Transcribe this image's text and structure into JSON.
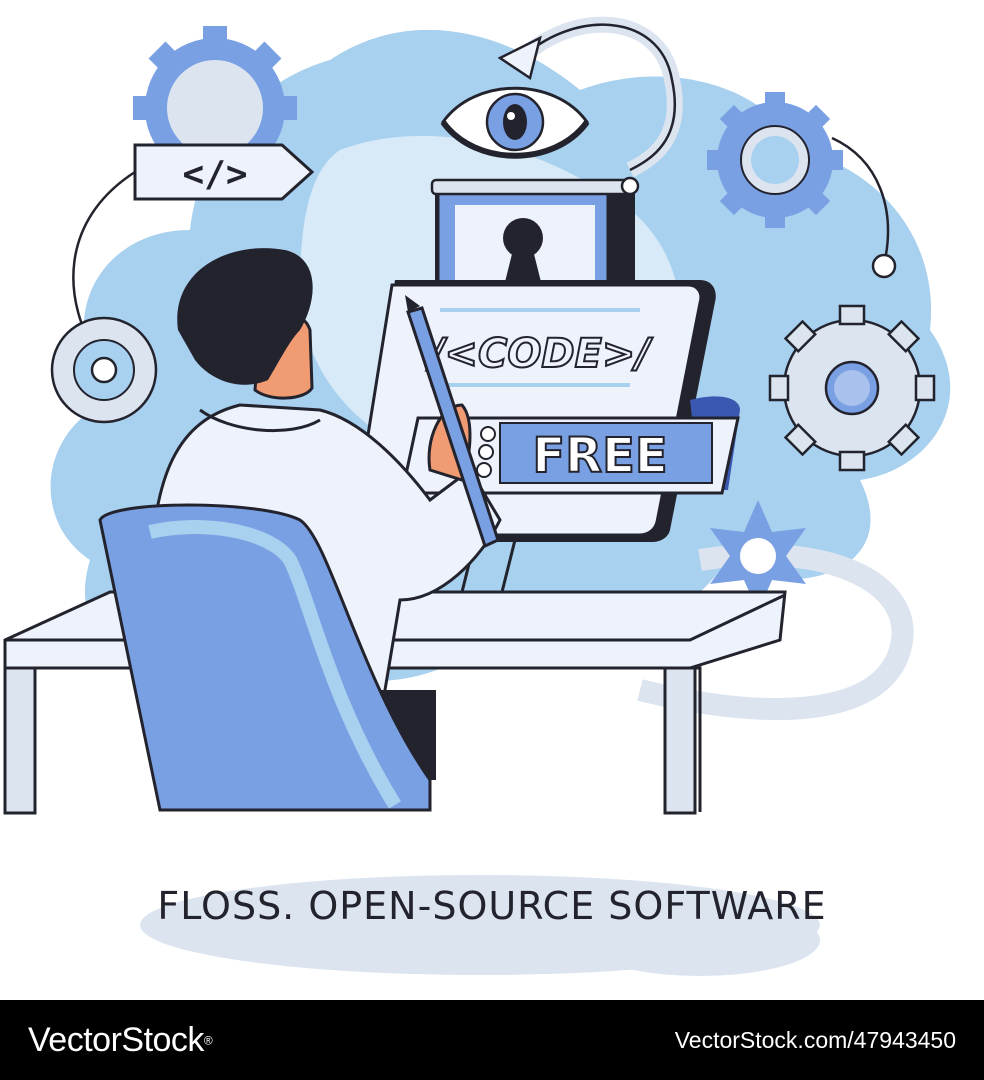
{
  "illustration": {
    "code_tag_label": "</>",
    "screen_code_label": "/<CODE>/",
    "screen_free_label": "FREE"
  },
  "caption": "FLOSS. OPEN-SOURCE SOFTWARE",
  "footer": {
    "brand": "VectorStock",
    "brand_mark": "®",
    "image_id": "VectorStock.com/47943450"
  },
  "colors": {
    "blob": "#a8d0ef",
    "accent_blue": "#7aa0e4",
    "outline": "#23232e",
    "pale": "#eef2fb"
  }
}
